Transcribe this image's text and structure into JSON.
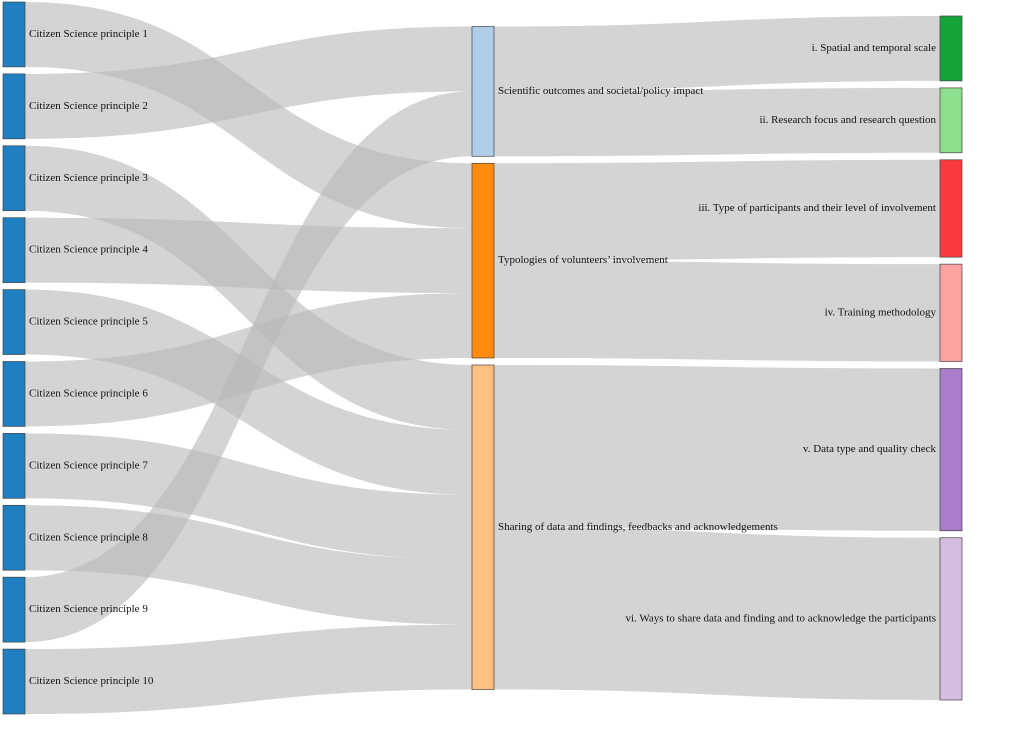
{
  "diagram": {
    "type": "sankey",
    "link_color": "#b8b8b8",
    "columns": [
      {
        "nodes": [
          {
            "id": "p1",
            "label": "Citizen Science principle 1",
            "color": "#1f7fc0"
          },
          {
            "id": "p2",
            "label": "Citizen Science principle 2",
            "color": "#1f7fc0"
          },
          {
            "id": "p3",
            "label": "Citizen Science principle 3",
            "color": "#1f7fc0"
          },
          {
            "id": "p4",
            "label": "Citizen Science principle 4",
            "color": "#1f7fc0"
          },
          {
            "id": "p5",
            "label": "Citizen Science principle 5",
            "color": "#1f7fc0"
          },
          {
            "id": "p6",
            "label": "Citizen Science principle 6",
            "color": "#1f7fc0"
          },
          {
            "id": "p7",
            "label": "Citizen Science principle 7",
            "color": "#1f7fc0"
          },
          {
            "id": "p8",
            "label": "Citizen Science principle 8",
            "color": "#1f7fc0"
          },
          {
            "id": "p9",
            "label": "Citizen Science principle 9",
            "color": "#1f7fc0"
          },
          {
            "id": "p10",
            "label": "Citizen Science principle 10",
            "color": "#1f7fc0"
          }
        ]
      },
      {
        "nodes": [
          {
            "id": "sci",
            "label": "Scientific outcomes and societal/policy impact",
            "color": "#aecde8"
          },
          {
            "id": "typ",
            "label": "Typologies of volunteers’ involvement",
            "color": "#ff8c0e"
          },
          {
            "id": "sha",
            "label": "Sharing of data and findings, feedbacks and acknowledgements",
            "color": "#ffbf80"
          }
        ]
      },
      {
        "nodes": [
          {
            "id": "c1",
            "label": "i. Spatial and temporal scale",
            "color": "#16a43a"
          },
          {
            "id": "c2",
            "label": "ii. Research focus and research question",
            "color": "#8ddf8d"
          },
          {
            "id": "c3",
            "label": "iii. Type of participants and their level of involvement",
            "color": "#f83a3e"
          },
          {
            "id": "c4",
            "label": "iv. Training methodology",
            "color": "#fca2a0"
          },
          {
            "id": "c5",
            "label": "v. Data type and quality check",
            "color": "#a97dcc"
          },
          {
            "id": "c6",
            "label": "vi. Ways to share data and finding and to acknowledge the participants",
            "color": "#d4bddf"
          }
        ]
      }
    ],
    "links": [
      {
        "source": "p1",
        "target": "typ",
        "value": 1
      },
      {
        "source": "p2",
        "target": "sci",
        "value": 1
      },
      {
        "source": "p3",
        "target": "sha",
        "value": 1
      },
      {
        "source": "p4",
        "target": "typ",
        "value": 1
      },
      {
        "source": "p5",
        "target": "sha",
        "value": 1
      },
      {
        "source": "p6",
        "target": "typ",
        "value": 1
      },
      {
        "source": "p7",
        "target": "sha",
        "value": 1
      },
      {
        "source": "p8",
        "target": "sha",
        "value": 1
      },
      {
        "source": "p9",
        "target": "sci",
        "value": 1
      },
      {
        "source": "p10",
        "target": "sha",
        "value": 1
      },
      {
        "source": "sci",
        "target": "c1",
        "value": 1
      },
      {
        "source": "sci",
        "target": "c2",
        "value": 1
      },
      {
        "source": "typ",
        "target": "c3",
        "value": 1.5
      },
      {
        "source": "typ",
        "target": "c4",
        "value": 1.5
      },
      {
        "source": "sha",
        "target": "c5",
        "value": 2.5
      },
      {
        "source": "sha",
        "target": "c6",
        "value": 2.5
      }
    ]
  }
}
